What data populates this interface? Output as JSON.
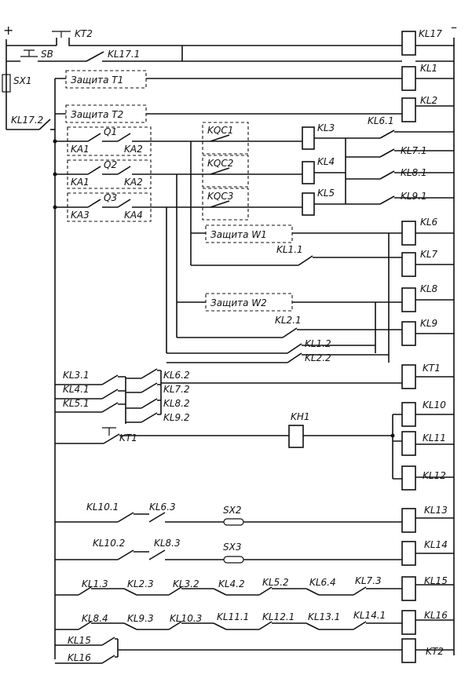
{
  "polarity": {
    "plus": "+",
    "minus": "–"
  },
  "labels": {
    "KT2": "KT2",
    "KL17": "KL17",
    "SB": "SB",
    "KL17_1": "KL17.1",
    "SX1": "SX1",
    "KL1": "KL1",
    "KL17_2": "KL17.2",
    "KL2": "KL2",
    "prot_T1": "Защита T1",
    "prot_T2": "Защита T2",
    "Q1": "Q1",
    "Q2": "Q2",
    "Q3": "Q3",
    "KA1_1": "KA1",
    "KA2_1": "KA2",
    "KA1_2": "KA1",
    "KA2_2": "KA2",
    "KA3": "KA3",
    "KA4": "KA4",
    "KQC1": "KQC1",
    "KQC2": "KQC2",
    "KQC3": "KQC3",
    "KL3": "KL3",
    "KL4": "KL4",
    "KL5": "KL5",
    "KL6_1": "KL6.1",
    "KL7_1": "KL7.1",
    "KL8_1": "KL8.1",
    "KL9_1": "KL9.1",
    "prot_W1": "Защита W1",
    "prot_W2": "Защита W2",
    "KL6": "KL6",
    "KL7": "KL7",
    "KL8": "KL8",
    "KL9": "KL9",
    "KL1_1": "KL1.1",
    "KL2_1": "KL2.1",
    "KL1_2": "KL1.2",
    "KL2_2": "KL2.2",
    "KL3_1": "KL3.1",
    "KL4_1": "KL4.1",
    "KL5_1": "KL5.1",
    "KL6_2": "KL6.2",
    "KL7_2": "KL7.2",
    "KL8_2": "KL8.2",
    "KL9_2": "KL9.2",
    "KT1": "KT1",
    "KT1_c": "KT1",
    "KH1": "KH1",
    "KL10": "KL10",
    "KL11": "KL11",
    "KL12": "KL12",
    "KL10_1": "KL10.1",
    "KL6_3": "KL6.3",
    "SX2": "SX2",
    "KL13": "KL13",
    "KL10_2": "KL10.2",
    "KL8_3": "KL8.3",
    "SX3": "SX3",
    "KL14": "KL14",
    "KL1_3": "KL1.3",
    "KL2_3": "KL2.3",
    "KL3_2": "KL3.2",
    "KL4_2": "KL4.2",
    "KL5_2": "KL5.2",
    "KL6_4": "KL6.4",
    "KL7_3": "KL7.3",
    "KL15": "KL15",
    "KL8_4": "KL8.4",
    "KL9_3": "KL9.3",
    "KL10_3": "KL10.3",
    "KL11_1": "KL11.1",
    "KL12_1": "KL12.1",
    "KL13_1": "KL13.1",
    "KL14_1": "KL14.1",
    "KL16": "KL16",
    "KL15_c": "KL15",
    "KL16_c": "KL16",
    "KT2_c": "KT2"
  }
}
